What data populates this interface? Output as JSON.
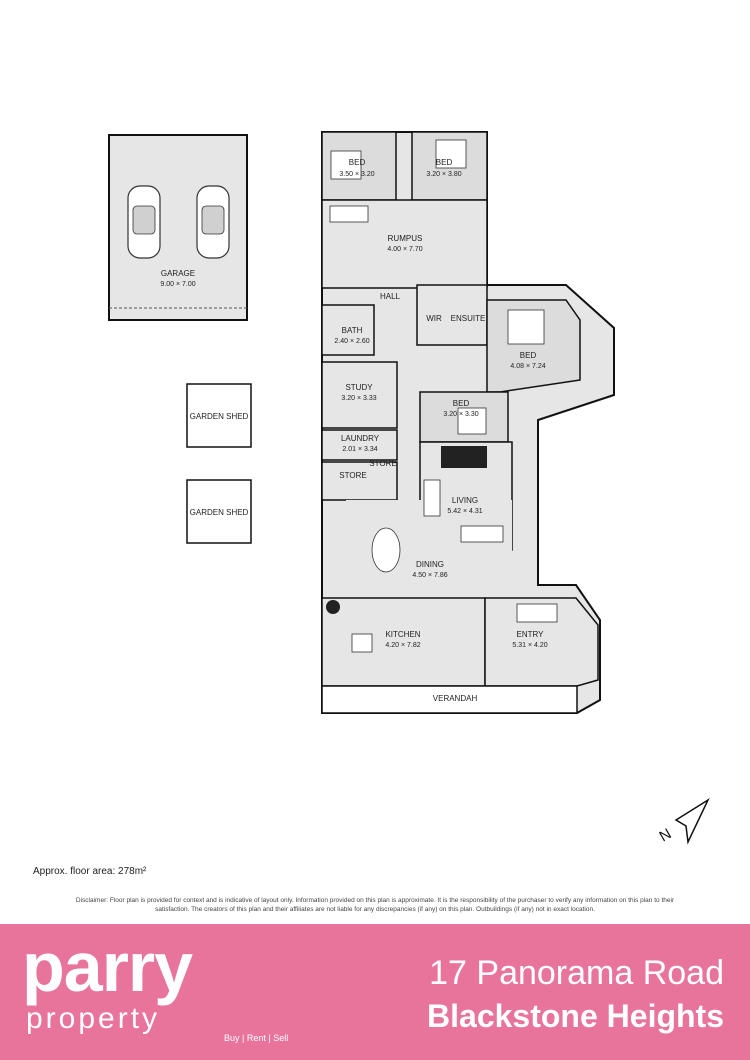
{
  "rooms": {
    "garage": {
      "name": "GARAGE",
      "dims": "9.00 × 7.00"
    },
    "bed1": {
      "name": "BED",
      "dims": "3.50 × 3.20"
    },
    "bed2": {
      "name": "BED",
      "dims": "3.20 × 3.80"
    },
    "rumpus": {
      "name": "RUMPUS",
      "dims": "4.00 × 7.70"
    },
    "hall": {
      "name": "HALL"
    },
    "bath": {
      "name": "BATH",
      "dims": "2.40 × 2.60"
    },
    "wir": {
      "name": "WIR"
    },
    "ensuite": {
      "name": "ENSUITE"
    },
    "bed_master": {
      "name": "BED",
      "dims": "4.08 × 7.24"
    },
    "garden_shed_1": {
      "name": "GARDEN SHED"
    },
    "garden_shed_2": {
      "name": "GARDEN SHED"
    },
    "study": {
      "name": "STUDY",
      "dims": "3.20 × 3.33"
    },
    "bed3": {
      "name": "BED",
      "dims": "3.20 × 3.30"
    },
    "laundry": {
      "name": "LAUNDRY",
      "dims": "2.01 × 3.34"
    },
    "store1": {
      "name": "STORE"
    },
    "store2": {
      "name": "STORE"
    },
    "living": {
      "name": "LIVING",
      "dims": "5.42 × 4.31"
    },
    "dining": {
      "name": "DINING",
      "dims": "4.50 × 7.86"
    },
    "kitchen": {
      "name": "KITCHEN",
      "dims": "4.20 × 7.82"
    },
    "entry": {
      "name": "ENTRY",
      "dims": "5.31 × 4.20"
    },
    "verandah": {
      "name": "VERANDAH"
    }
  },
  "compass": {
    "label": "N"
  },
  "floor_area": "Approx. floor area: 278m²",
  "disclaimer": "Disclaimer: Floor plan is provided for context and is indicative of layout only. Information provided on this plan is approximate. It is the responsibility of the purchaser to verify any information on this plan to their satisfaction. The creators of this plan and their affiliates are not liable for any discrepancies (if any) on this plan. Outbuildings (if any) not in exact location.",
  "brand": {
    "name": "parry",
    "sub": "property",
    "tagline": "Buy | Rent | Sell"
  },
  "address": {
    "street": "17 Panorama Road",
    "suburb": "Blackstone Heights"
  },
  "colors": {
    "footer": "#e9749b",
    "room_fill": "#e6e6e6",
    "wall": "#111111"
  }
}
